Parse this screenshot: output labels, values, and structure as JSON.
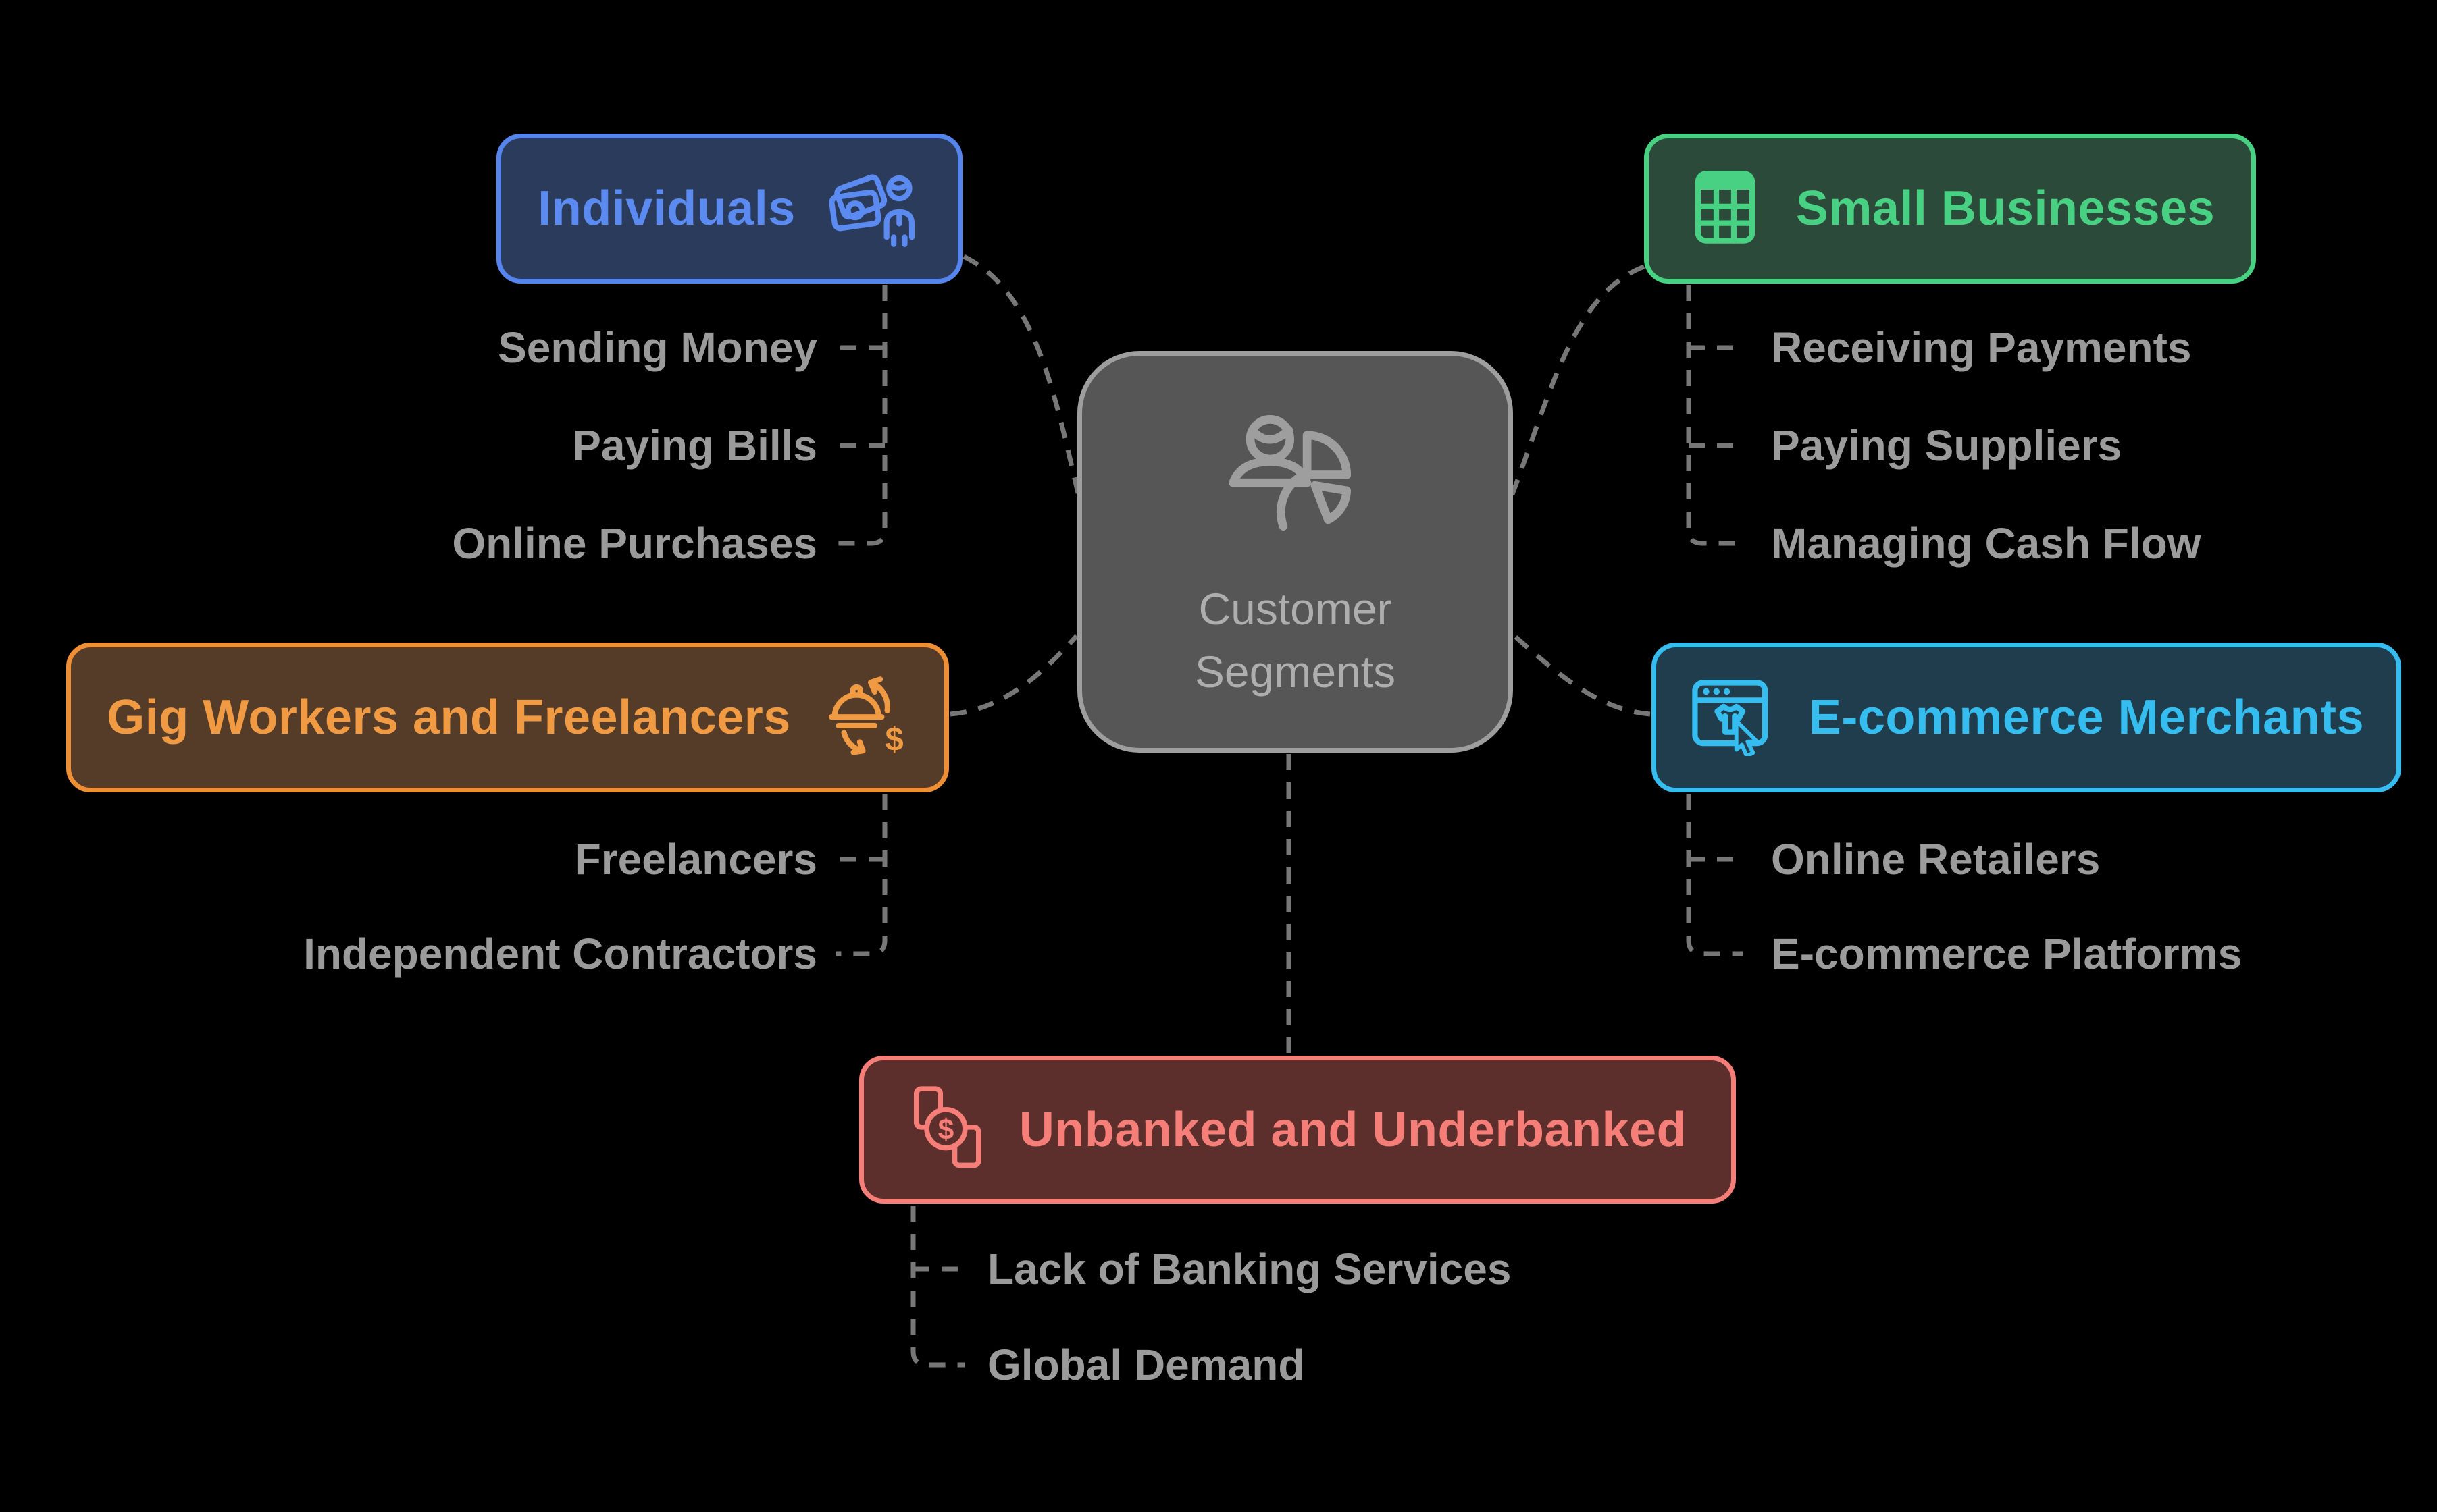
{
  "canvas": {
    "background": "#000000",
    "connector_color": "#777777",
    "child_text_color": "#9b9b9b"
  },
  "center": {
    "line1": "Customer",
    "line2": "Segments",
    "icon": "person-pie-chart-icon",
    "fill": "#565656",
    "border_color": "#9e9e9e",
    "text_color": "#aeaeae"
  },
  "icons": {
    "dollar_glyph": "$"
  },
  "branches": [
    {
      "label": "Individuals",
      "icon": "cash-person-icon",
      "accent": "#5b8bf0",
      "fill": "#2b3b5c",
      "children": [
        "Sending Money",
        "Paying Bills",
        "Online Purchases"
      ]
    },
    {
      "label": "Small Businesses",
      "icon": "spreadsheet-grid-icon",
      "accent": "#48d183",
      "fill": "#2b4a3a",
      "children": [
        "Receiving Payments",
        "Paying Suppliers",
        "Managing Cash Flow"
      ]
    },
    {
      "label": "Gig Workers and Freelancers",
      "icon": "food-money-exchange-icon",
      "accent": "#f09a43",
      "fill": "#553c28",
      "children": [
        "Freelancers",
        "Independent Contractors"
      ]
    },
    {
      "label": "E-commerce Merchants",
      "icon": "browser-shopping-cursor-icon",
      "accent": "#35bdf0",
      "fill": "#1f3d4d",
      "children": [
        "Online Retailers",
        "E-commerce Platforms"
      ]
    },
    {
      "label": "Unbanked and Underbanked",
      "icon": "cash-transfer-icon",
      "accent": "#f57f78",
      "fill": "#5c2e2c",
      "children": [
        "Lack of Banking Services",
        "Global Demand"
      ]
    }
  ]
}
